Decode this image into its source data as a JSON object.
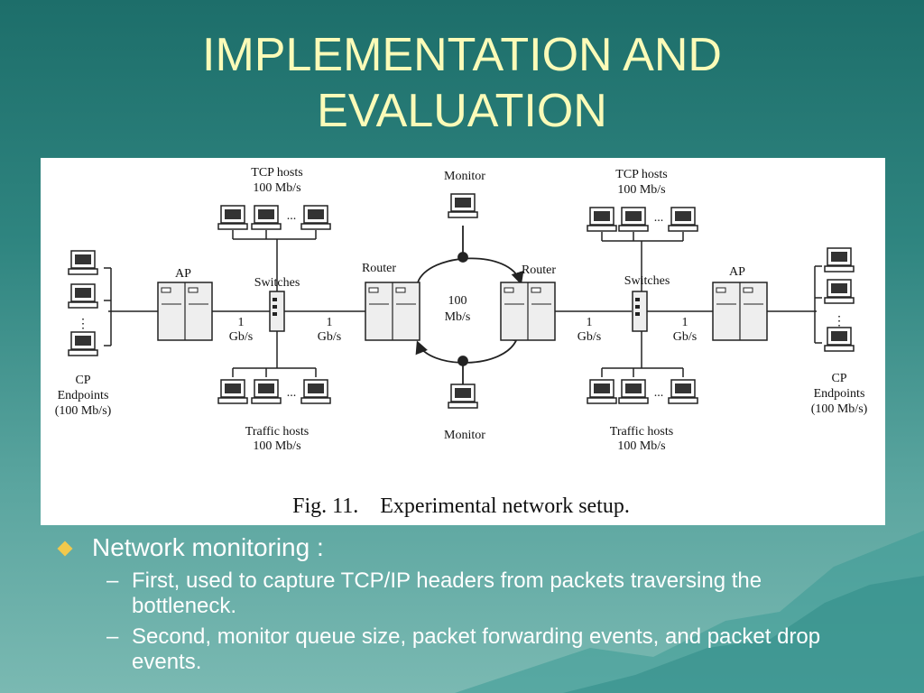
{
  "title": {
    "line1": "IMPLEMENTATION AND",
    "line2": "EVALUATION"
  },
  "figure": {
    "caption": "Fig. 11.    Experimental network setup.",
    "labels": {
      "tcp_hosts": "TCP hosts",
      "hosts_rate": "100 Mb/s",
      "traffic_hosts": "Traffic hosts",
      "monitor": "Monitor",
      "router": "Router",
      "switches": "Switches",
      "ap": "AP",
      "link_1": "1",
      "link_gbs": "Gb/s",
      "loop_rate_1": "100",
      "loop_rate_2": "Mb/s",
      "cp": "CP",
      "endpoints": "Endpoints",
      "cp_rate": "(100 Mb/s)",
      "ellipsis": "...",
      "vdots": "⋮"
    }
  },
  "bullets": {
    "main": "Network monitoring :",
    "sub": [
      "First, used to capture TCP/IP headers from packets traversing the bottleneck.",
      "Second, monitor queue size, packet forwarding events, and packet drop events."
    ]
  },
  "colors": {
    "title": "#fbfbb8",
    "background_top": "#1d6e6a",
    "background_bottom": "#7ab9b2",
    "bullet": "#f2c94c"
  }
}
